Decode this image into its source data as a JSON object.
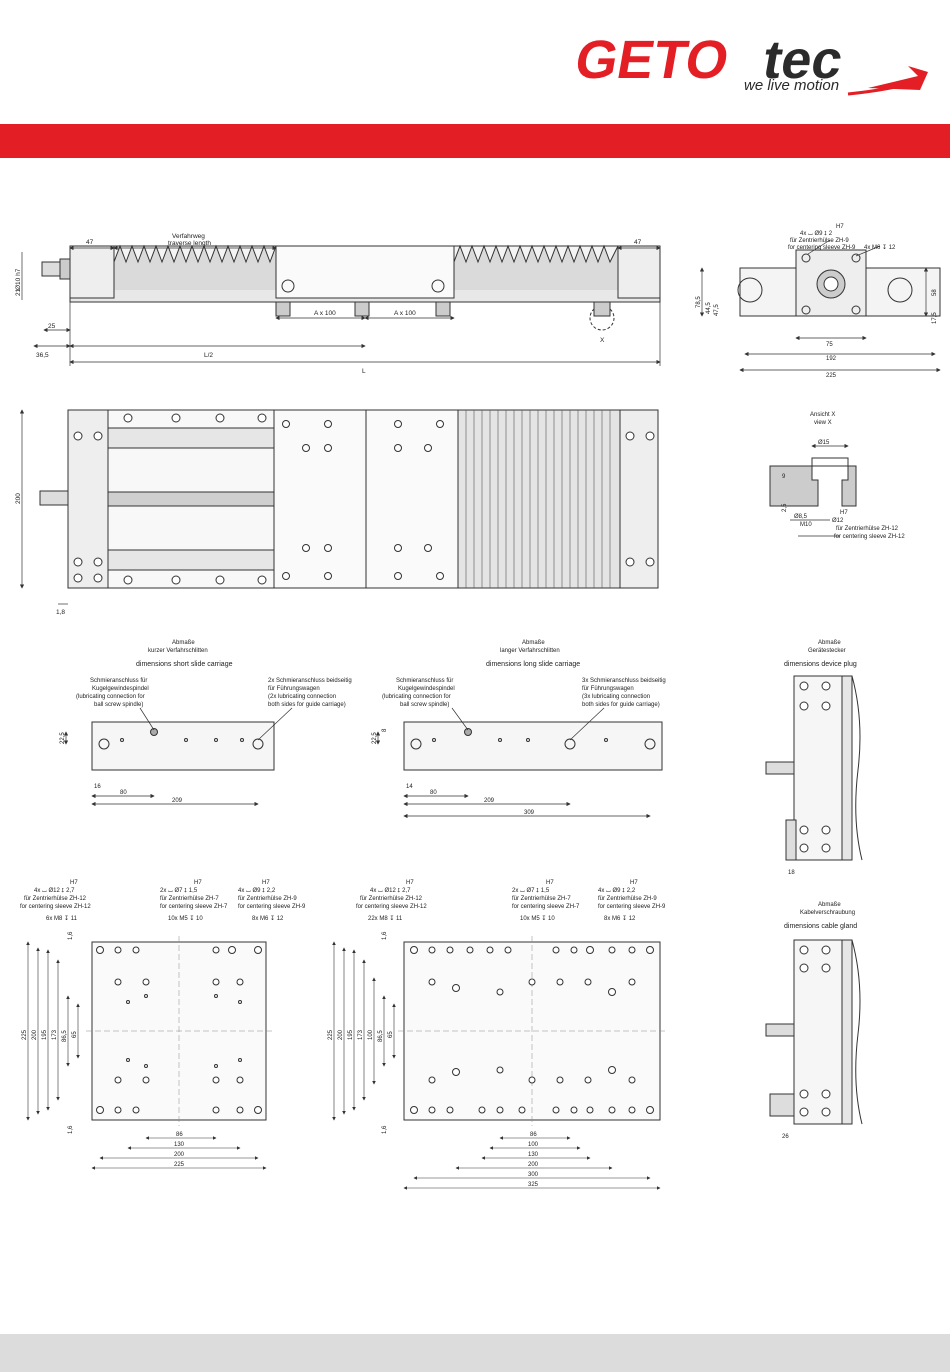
{
  "brand": {
    "logo_text_a": "GETO",
    "logo_text_b": "tec",
    "tagline": "we live motion",
    "red": "#e31e24",
    "dark": "#2b2b2b",
    "footer_gray": "#dcdcdc"
  },
  "top_view": {
    "bellows_label_de": "Verfahrweg",
    "bellows_label_en": "traverse length",
    "dim_47_left": "47",
    "dim_47_right": "47",
    "dim_shaft": "Ø10 h7",
    "dim_21": "21",
    "dim_25": "25",
    "dim_36_5": "36,5",
    "dim_l2": "L/2",
    "dim_l": "L",
    "dim_ax100_a": "A x 100",
    "dim_ax100_b": "A x 100",
    "mark_x": "X"
  },
  "end_view": {
    "note1_a": "H7",
    "note1_b": "4x ⌴ Ø9 ↧ 2",
    "note1_c": "für Zentrierhülse ZH-9",
    "note1_d": "for centering sleeve ZH-9",
    "note2": "4x M6 ↧ 12",
    "dim_785": "78,5",
    "dim_445": "44,5",
    "dim_475": "47,5",
    "dim_58": "58",
    "dim_175": "17,5",
    "dim_75": "75",
    "dim_192": "192",
    "dim_225": "225"
  },
  "plan_view": {
    "dim_200": "200",
    "dim_18": "1,8"
  },
  "detail_x": {
    "title_de": "Ansicht X",
    "title_en": "view X",
    "d15": "Ø15",
    "d9": "9",
    "d25": "2,5",
    "d85": "Ø8,5",
    "m10": "M10",
    "h7": "H7",
    "d12": "Ø12",
    "zh12_de": "für Zentrierhülse ZH-12",
    "zh12_en": "for centering sleeve ZH-12"
  },
  "short_carriage": {
    "title_de1": "Abmaße",
    "title_de2": "kurzer Verfahrschlitten",
    "title_en": "dimensions short slide carriage",
    "n1_a": "Schmieranschluss für",
    "n1_b": "Kugelgewindespindel",
    "n1_c": "(lubricating connection for",
    "n1_d": "ball screw spindle)",
    "n2_a": "2x Schmieranschluss beidseitig",
    "n2_b": "für Führungswagen",
    "n2_c": "(2x lubricating connection",
    "n2_d": "both sides for guide carriage)",
    "d225": "22,5",
    "d16": "16",
    "d80": "80",
    "d209": "209"
  },
  "long_carriage": {
    "title_de1": "Abmaße",
    "title_de2": "langer Verfahrschlitten",
    "title_en": "dimensions long slide carriage",
    "n1_a": "Schmieranschluss für",
    "n1_b": "Kugelgewindespindel",
    "n1_c": "(lubricating connection for",
    "n1_d": "ball screw spindle)",
    "n2_a": "3x Schmieranschluss beidseitig",
    "n2_b": "für Führungswagen",
    "n2_c": "(3x lubricating connection",
    "n2_d": "both sides for guide carriage)",
    "d225": "22,5",
    "d8": "8",
    "d14": "14",
    "d80": "80",
    "d209": "209",
    "d309": "309"
  },
  "device_plug": {
    "title_de1": "Abmaße",
    "title_de2": "Gerätestecker",
    "title_en": "dimensions device plug",
    "d18": "18"
  },
  "cable_gland": {
    "title_de1": "Abmaße",
    "title_de2": "Kabelverschraubung",
    "title_en": "dimensions cable gland",
    "d26": "26"
  },
  "short_plate": {
    "h7a": "H7",
    "n1_a": "4x ⌴ Ø12 ↧ 2,7",
    "n1_b": "für Zentrierhülse ZH-12",
    "n1_c": "for centering sleeve ZH-12",
    "n2": "6x M8 ↧ 11",
    "h7b": "H7",
    "n3_a": "2x ⌴ Ø7 ↧ 1,5",
    "n3_b": "für Zentrierhülse ZH-7",
    "n3_c": "for centering sleeve ZH-7",
    "n4": "10x M5 ↧ 10",
    "h7c": "H7",
    "n5_a": "4x ⌴ Ø9 ↧ 2,2",
    "n5_b": "für Zentrierhülse ZH-9",
    "n5_c": "for centering sleeve ZH-9",
    "n6": "8x M6 ↧ 12",
    "v16a": "1,6",
    "v225": "225",
    "v200": "200",
    "v195": "195",
    "v173": "173",
    "v865": "86,5",
    "v65": "65",
    "v16b": "1,6",
    "h86": "86",
    "h130": "130",
    "h200": "200",
    "h225": "225"
  },
  "long_plate": {
    "h7a": "H7",
    "n1_a": "4x ⌴ Ø12 ↧ 2,7",
    "n1_b": "für Zentrierhülse ZH-12",
    "n1_c": "for centering sleeve ZH-12",
    "n2": "22x M8 ↧ 11",
    "h7b": "H7",
    "n3_a": "2x ⌴ Ø7 ↧ 1,5",
    "n3_b": "für Zentrierhülse ZH-7",
    "n3_c": "for centering sleeve ZH-7",
    "n4": "10x M5 ↧ 10",
    "h7c": "H7",
    "n5_a": "4x ⌴ Ø9 ↧ 2,2",
    "n5_b": "für Zentrierhülse ZH-9",
    "n5_c": "for centering sleeve ZH-9",
    "n6": "8x M6 ↧ 12",
    "v16a": "1,6",
    "v225": "225",
    "v200": "200",
    "v195": "195",
    "v173": "173",
    "v100": "100",
    "v865": "86,5",
    "v65": "65",
    "v16b": "1,6",
    "h86": "86",
    "h100": "100",
    "h130": "130",
    "h200": "200",
    "h300": "300",
    "h325": "325"
  }
}
